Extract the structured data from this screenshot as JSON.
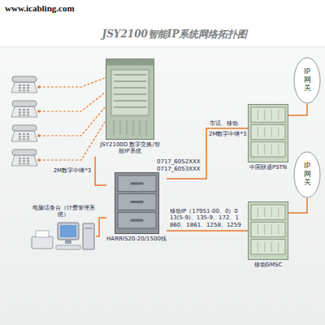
{
  "diagram": {
    "title": "JSY2100智能IP系统网络拓扑图",
    "nodes": [
      {
        "text": [
          "JSY2100D 数字交换/智能IP系统"
        ]
      },
      {
        "text": [
          "HARRIS20-20/1500线"
        ]
      },
      {
        "text": [
          "中国联通PSTN"
        ]
      },
      {
        "text": [
          "IP网关"
        ]
      },
      {
        "text": [
          "移动GMSC"
        ]
      },
      {
        "text": [
          "IP网关"
        ]
      },
      {
        "text": [
          "电脑话务台（计费管理系统）"
        ]
      }
    ],
    "edges": [
      {
        "from": 0,
        "to": 1,
        "arrow": "none",
        "label": "2M数字中继*3"
      },
      {
        "from": 1,
        "to": 2,
        "arrow": "none",
        "label": "市话、移动"
      },
      {
        "from": 1,
        "to": 4,
        "arrow": "none",
        "label": "移动IP（17951-00、0）013(5-9)、135-9、172、1860、1861、1258、1259"
      },
      {
        "from": 2,
        "to": 3,
        "arrow": "none"
      },
      {
        "from": 4,
        "to": 5,
        "arrow": "none"
      },
      {
        "from": 6,
        "to": 1,
        "arrow": "none"
      }
    ],
    "labels": [
      "www.icabling.com",
      "0717_6052XXX",
      "0717_6053XXX",
      "2M数字中继*3"
    ]
  }
}
